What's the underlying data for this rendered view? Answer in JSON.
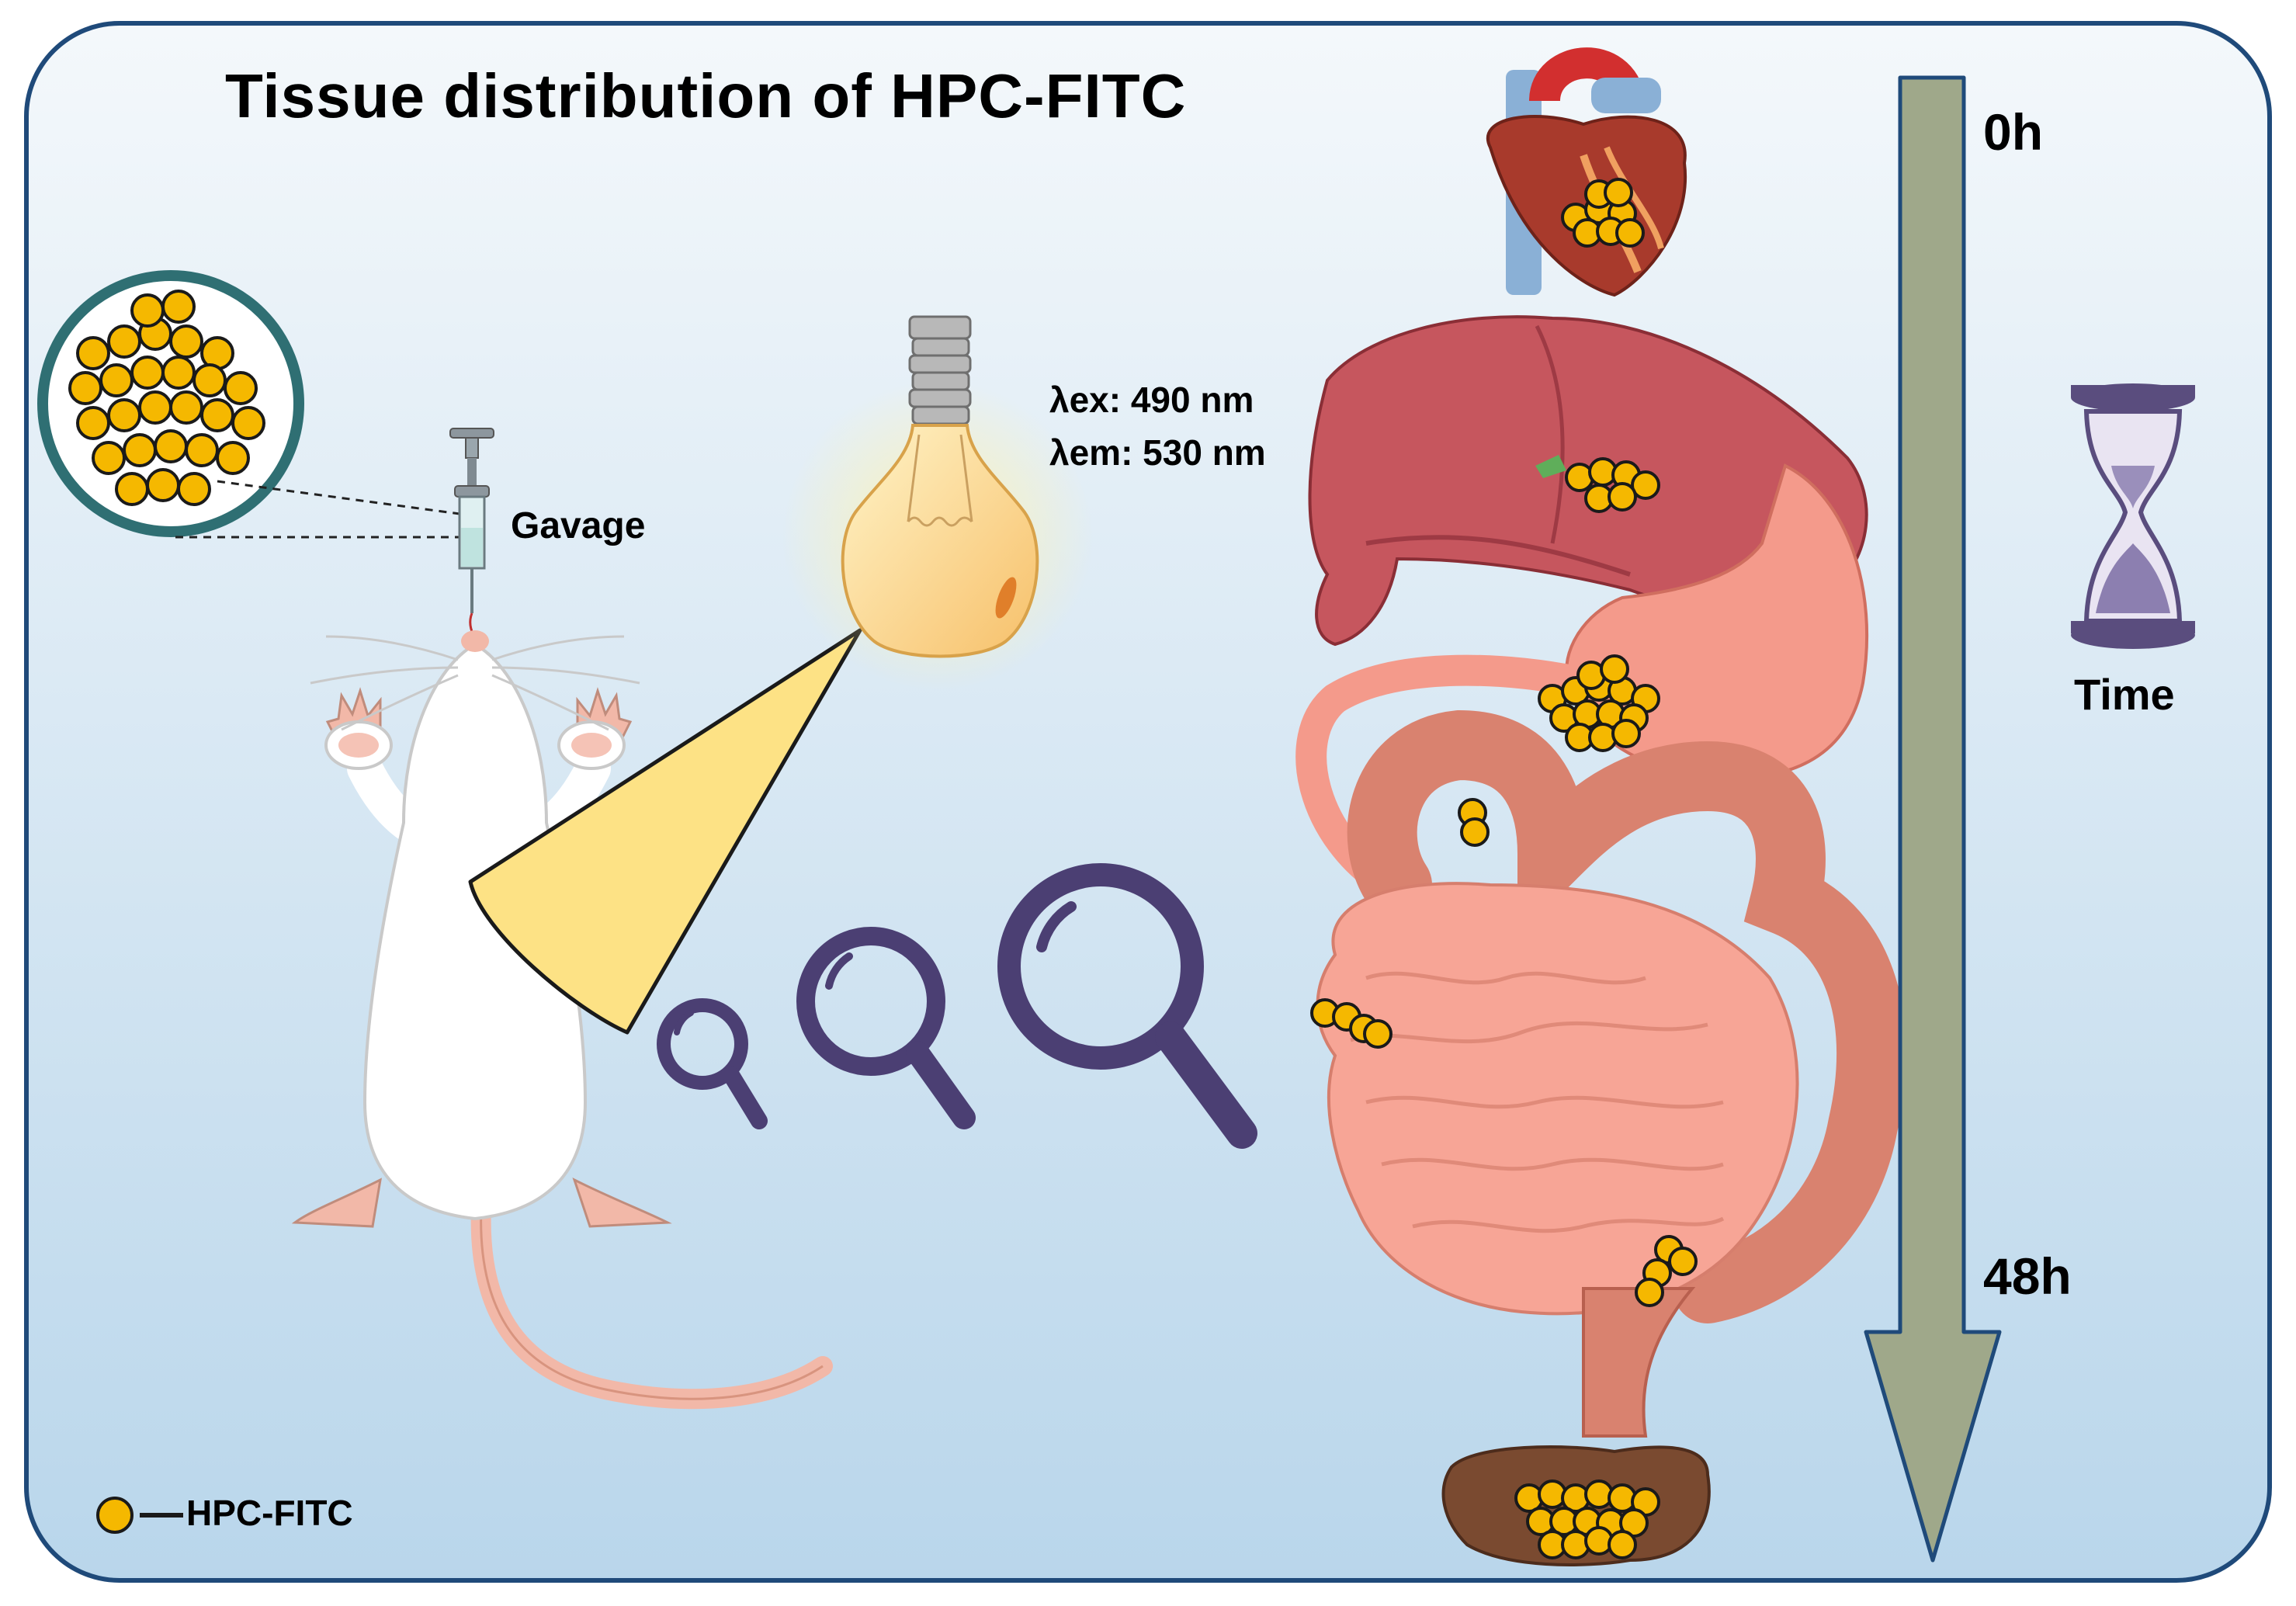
{
  "title": "Tissue distribution of HPC-FITC",
  "excitation_label": "λex: 490 nm",
  "emission_label": "λem: 530 nm",
  "gavage_label": "Gavage",
  "timeline": {
    "start": "0h",
    "end": "48h",
    "time_label": "Time"
  },
  "legend": {
    "label": "HPC-FITC"
  },
  "colors": {
    "background_top": "#f4f8fb",
    "background_bottom": "#b9d6eb",
    "frame": "#1f4a7a",
    "particle": "#f5b800",
    "arrow": "#9fa88a",
    "magnifier": "#4b3f73",
    "light_beam": "#fde285"
  }
}
